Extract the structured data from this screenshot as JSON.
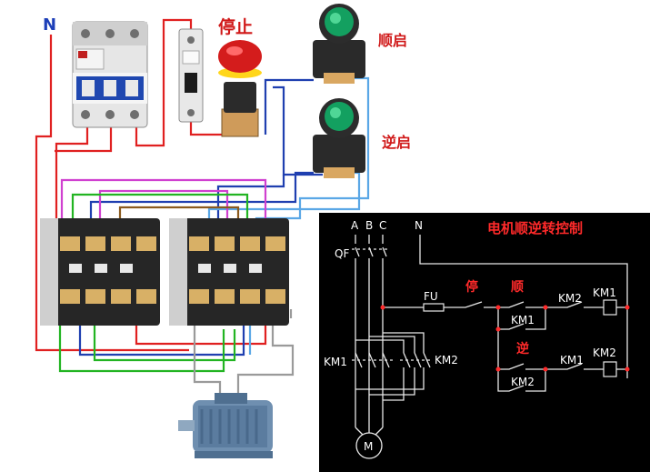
{
  "labels": {
    "neutral": "N",
    "stop": "停止",
    "forward_start": "顺启",
    "reverse_start": "逆启"
  },
  "schematic": {
    "title": "电机顺逆转控制",
    "phases": [
      "A",
      "B",
      "C"
    ],
    "neutral": "N",
    "breaker": "QF",
    "fuse": "FU",
    "stop": "停",
    "forward": "顺",
    "reverse": "逆",
    "km1": "KM1",
    "km2": "KM2",
    "motor": "M"
  },
  "colors": {
    "red_wire": "#e02020",
    "blue_wire": "#1f3fb0",
    "light_blue_wire": "#5aa7e6",
    "green_wire": "#22b422",
    "magenta_wire": "#d040d0",
    "brown_wire": "#8a5a1e",
    "schematic_bg": "#000000",
    "schematic_red": "#ff2a2a"
  }
}
